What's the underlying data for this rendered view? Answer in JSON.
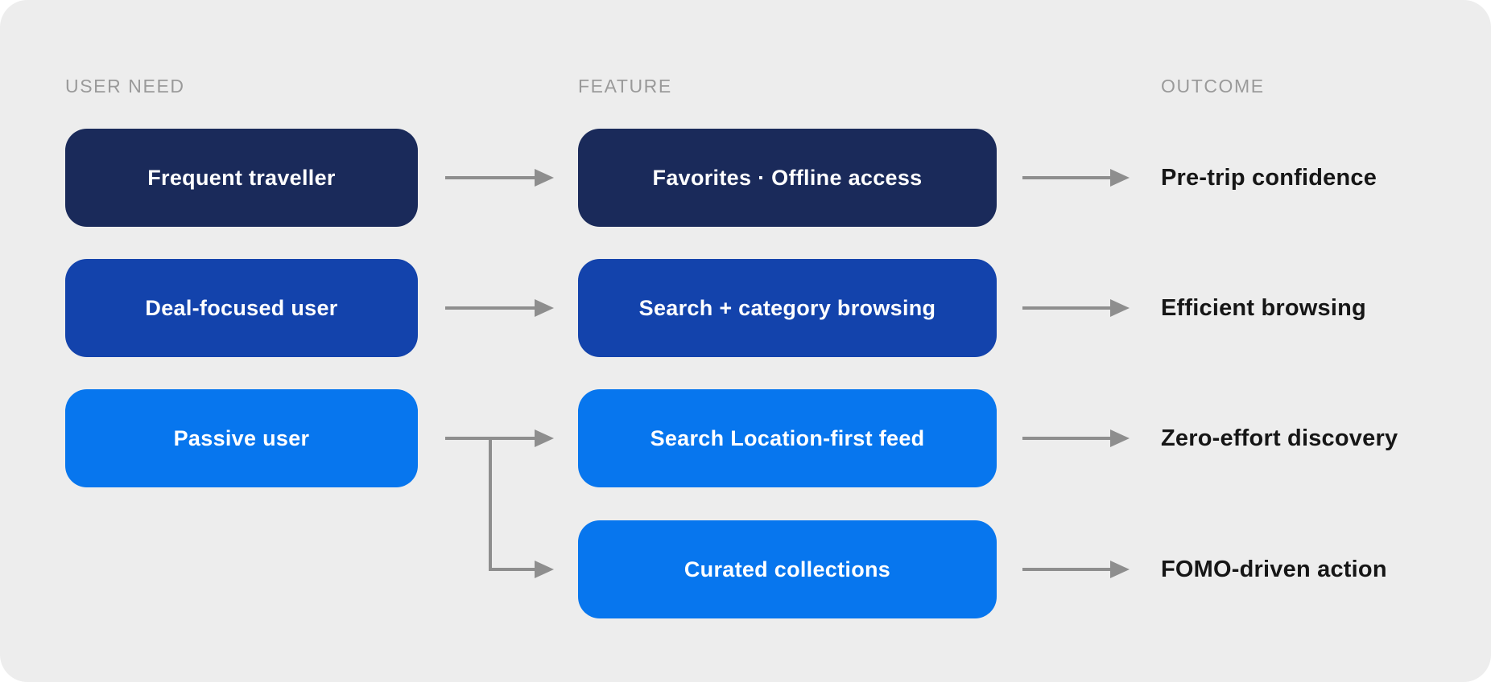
{
  "diagram": {
    "columns": [
      {
        "label": "USER NEED"
      },
      {
        "label": "FEATURE"
      },
      {
        "label": "OUTCOME"
      }
    ],
    "rows": [
      {
        "user_need": "Frequent traveller",
        "feature": "Favorites · Offline access",
        "outcome": "Pre-trip confidence",
        "tier_color": "#1a2a5a"
      },
      {
        "user_need": "Deal-focused user",
        "feature": "Search + category browsing",
        "outcome": "Efficient browsing",
        "tier_color": "#1343ac"
      },
      {
        "user_need": "Passive user",
        "feature": "Search Location-first feed",
        "outcome": "Zero-effort discovery",
        "tier_color": "#0776ee"
      },
      {
        "feature": "Curated collections",
        "outcome": "FOMO-driven action",
        "tier_color": "#0776ee"
      }
    ],
    "connections": [
      {
        "from": "Frequent traveller",
        "to": "Favorites · Offline access"
      },
      {
        "from": "Favorites · Offline access",
        "to": "Pre-trip confidence"
      },
      {
        "from": "Deal-focused user",
        "to": "Search + category browsing"
      },
      {
        "from": "Search + category browsing",
        "to": "Efficient browsing"
      },
      {
        "from": "Passive user",
        "to": "Search Location-first feed"
      },
      {
        "from": "Passive user",
        "to": "Curated collections"
      },
      {
        "from": "Search Location-first feed",
        "to": "Zero-effort discovery"
      },
      {
        "from": "Curated collections",
        "to": "FOMO-driven action"
      }
    ],
    "colors": {
      "background": "#ededed",
      "tier_navy": "#1a2a5a",
      "tier_blue": "#1343ac",
      "tier_bright_blue": "#0776ee",
      "arrow": "#8e8e8e",
      "header_text": "#9a9a9a",
      "outcome_text": "#161616",
      "box_text": "#ffffff"
    }
  }
}
